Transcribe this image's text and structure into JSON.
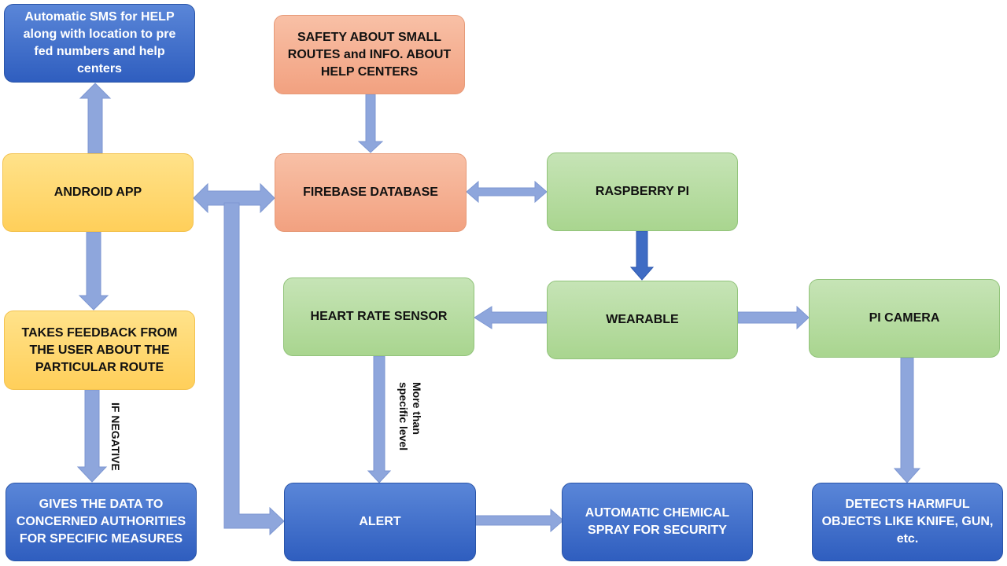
{
  "nodes": {
    "sms": "Automatic SMS for HELP along with location to pre fed numbers and help centers",
    "safety": "SAFETY ABOUT SMALL ROUTES and INFO. ABOUT HELP CENTERS",
    "android": "ANDROID APP",
    "firebase": "FIREBASE DATABASE",
    "raspberry": "RASPBERRY PI",
    "feedback": "TAKES FEEDBACK FROM THE USER ABOUT THE PARTICULAR ROUTE",
    "heart": "HEART RATE SENSOR",
    "wearable": "WEARABLE",
    "camera": "PI CAMERA",
    "gives_data": "GIVES THE DATA TO CONCERNED AUTHORITIES FOR SPECIFIC MEASURES",
    "alert": "ALERT",
    "spray": "AUTOMATIC CHEMICAL SPRAY  FOR SECURITY",
    "detects": "DETECTS HARMFUL OBJECTS LIKE KNIFE, GUN, etc."
  },
  "edge_labels": {
    "if_negative": "IF NEGATIVE",
    "more_than": "More than specific level"
  },
  "colors": {
    "arrow": "#8ea6dc",
    "arrow_dark": "#3f6cc4",
    "blue": "#3a67c6",
    "yellow": "#ffd56e",
    "orange": "#f4ab8b",
    "green": "#b3da9d"
  }
}
